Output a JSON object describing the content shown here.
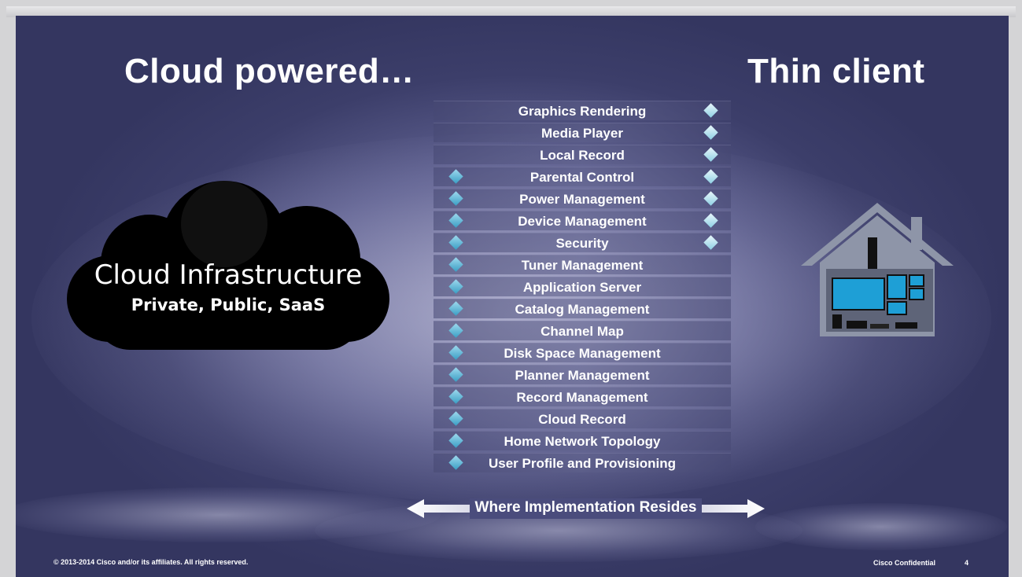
{
  "slide": {
    "title_left": "Cloud powered…",
    "title_right": "Thin client",
    "cloud": {
      "title": "Cloud Infrastructure",
      "subtitle": "Private, Public, SaaS"
    },
    "features": [
      {
        "label": "Graphics Rendering",
        "cloud": false,
        "client": true
      },
      {
        "label": "Media Player",
        "cloud": false,
        "client": true
      },
      {
        "label": "Local Record",
        "cloud": false,
        "client": true
      },
      {
        "label": "Parental Control",
        "cloud": true,
        "client": true
      },
      {
        "label": "Power Management",
        "cloud": true,
        "client": true
      },
      {
        "label": "Device Management",
        "cloud": true,
        "client": true
      },
      {
        "label": "Security",
        "cloud": true,
        "client": true
      },
      {
        "label": "Tuner Management",
        "cloud": true,
        "client": false
      },
      {
        "label": "Application Server",
        "cloud": true,
        "client": false
      },
      {
        "label": "Catalog Management",
        "cloud": true,
        "client": false
      },
      {
        "label": "Channel Map",
        "cloud": true,
        "client": false
      },
      {
        "label": "Disk Space Management",
        "cloud": true,
        "client": false
      },
      {
        "label": "Planner Management",
        "cloud": true,
        "client": false
      },
      {
        "label": "Record Management",
        "cloud": true,
        "client": false
      },
      {
        "label": "Cloud Record",
        "cloud": true,
        "client": false
      },
      {
        "label": "Home Network Topology",
        "cloud": true,
        "client": false
      },
      {
        "label": "User Profile and Provisioning",
        "cloud": true,
        "client": false
      }
    ],
    "arrow_label": "Where Implementation Resides",
    "footer_copyright": "© 2013-2014  Cisco and/or its affiliates. All rights reserved.",
    "footer_confidential": "Cisco Confidential",
    "page_number": "4"
  },
  "colors": {
    "background_dark": "#343660",
    "background_light": "#8c8db3",
    "diamond_cloud": "#3a9ec4",
    "diamond_client": "#bfe8f3",
    "house": "#8e95a8",
    "screen": "#1e9fd6"
  }
}
